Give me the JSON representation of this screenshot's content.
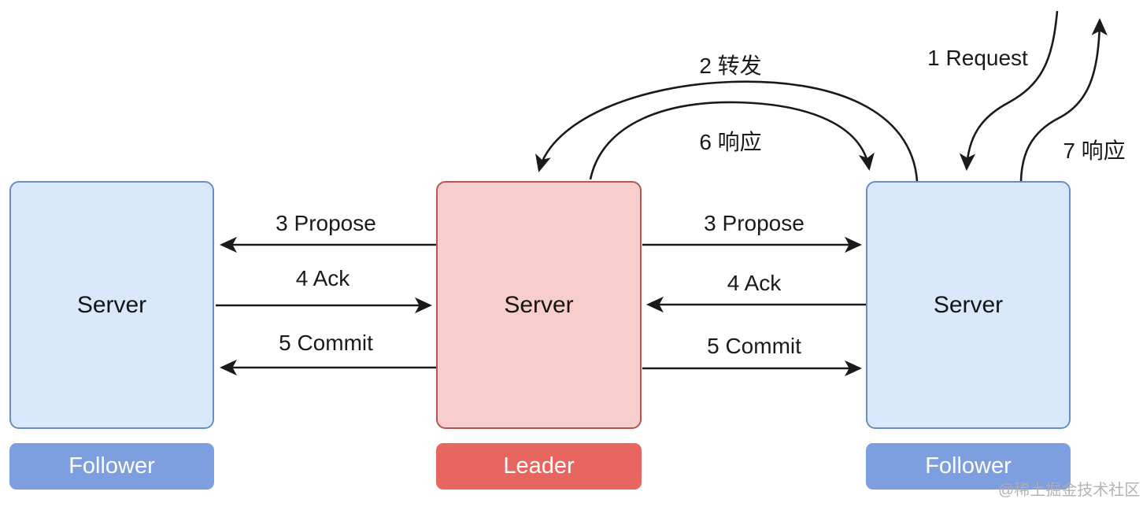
{
  "diagram": {
    "nodes": [
      {
        "id": "follower-left",
        "box_label": "Server",
        "tag": "Follower"
      },
      {
        "id": "leader",
        "box_label": "Server",
        "tag": "Leader"
      },
      {
        "id": "follower-right",
        "box_label": "Server",
        "tag": "Follower"
      }
    ],
    "edges": {
      "request": "1 Request",
      "forward": "2 转发",
      "propose_left": "3 Propose",
      "ack_left": "4 Ack",
      "commit_left": "5 Commit",
      "propose_right": "3 Propose",
      "ack_right": "4 Ack",
      "commit_right": "5 Commit",
      "response_mid": "6 响应",
      "response_out": "7 响应"
    },
    "colors": {
      "follower_fill": "#dae8fc",
      "follower_border": "#6c8ebf",
      "leader_fill": "#f8cecc",
      "leader_border": "#b85450",
      "follower_tag_bg": "#7d9edf",
      "leader_tag_bg": "#e7665f",
      "arrow": "#1a1a1a",
      "watermark": "#afafaf"
    },
    "watermark": "@稀土掘金技术社区"
  }
}
